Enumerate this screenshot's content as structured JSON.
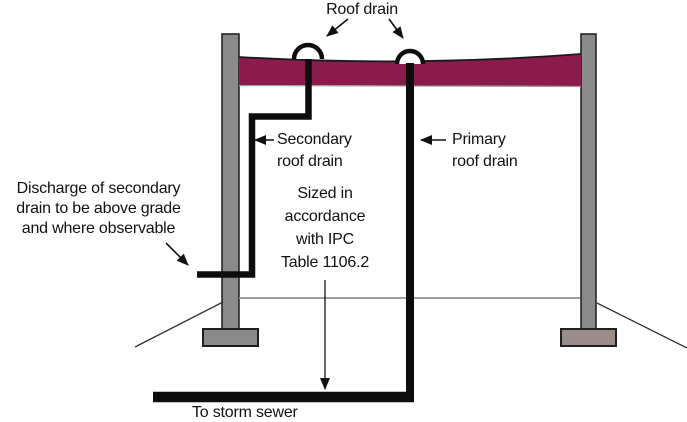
{
  "labels": {
    "roof_drain": "Roof drain",
    "secondary": "Secondary\nroof drain",
    "primary": "Primary\nroof drain",
    "sizing_note": "Sized in\naccordance\nwith IPC\nTable 1106.2",
    "discharge_note": "Discharge of secondary\ndrain to be above grade\nand where observable",
    "storm_sewer": "To storm sewer"
  },
  "colors": {
    "background": "#ffffff",
    "roof": "#8a1b4a",
    "column": "#8a8a8a",
    "footing_right": "#9b8c8c",
    "pipe": "#0d0d0d",
    "ground": "#8f8f8f"
  }
}
